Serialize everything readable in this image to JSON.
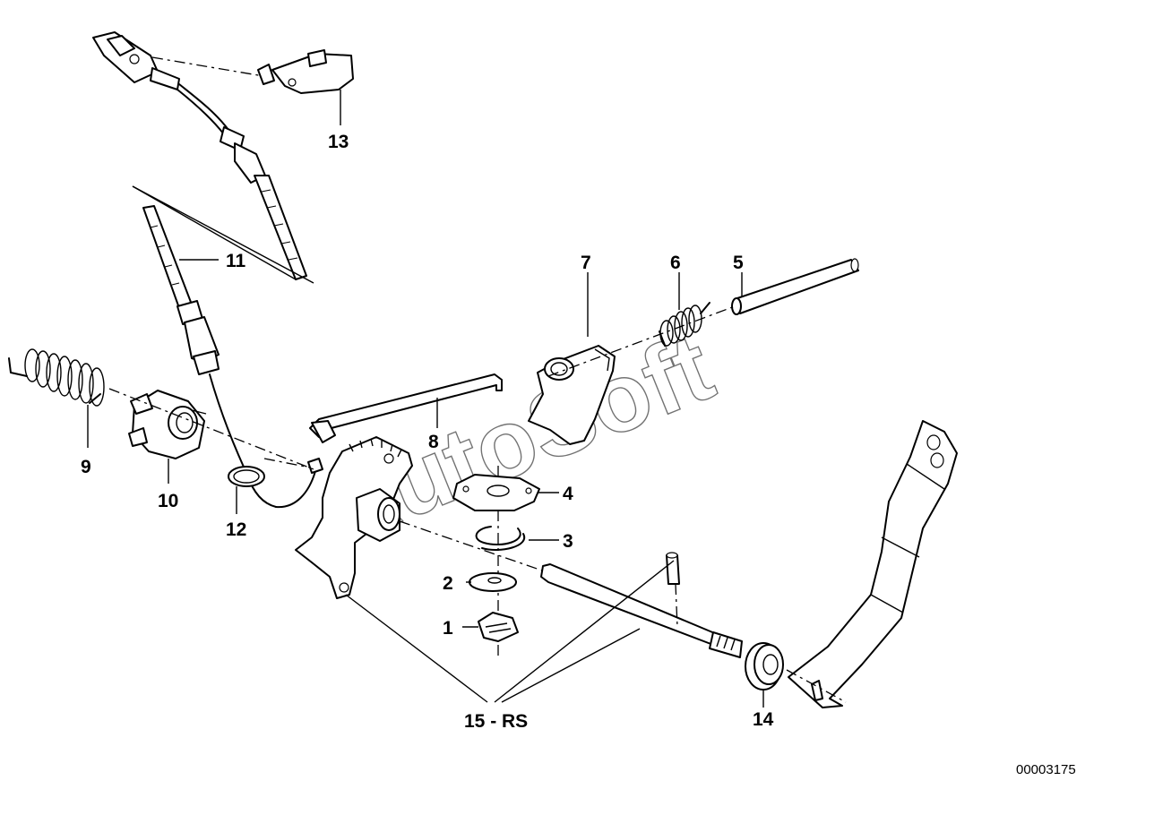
{
  "diagram": {
    "watermark": "AutoSoft",
    "drawing_number": "00003175",
    "callouts": [
      {
        "id": "c1",
        "text": "1"
      },
      {
        "id": "c2",
        "text": "2"
      },
      {
        "id": "c3",
        "text": "3"
      },
      {
        "id": "c4",
        "text": "4"
      },
      {
        "id": "c5",
        "text": "5"
      },
      {
        "id": "c6",
        "text": "6"
      },
      {
        "id": "c7",
        "text": "7"
      },
      {
        "id": "c8",
        "text": "8"
      },
      {
        "id": "c9",
        "text": "9"
      },
      {
        "id": "c10",
        "text": "10"
      },
      {
        "id": "c11",
        "text": "11"
      },
      {
        "id": "c12",
        "text": "12"
      },
      {
        "id": "c13",
        "text": "13"
      },
      {
        "id": "c14",
        "text": "14"
      },
      {
        "id": "c15",
        "text": "15 - RS"
      }
    ]
  }
}
